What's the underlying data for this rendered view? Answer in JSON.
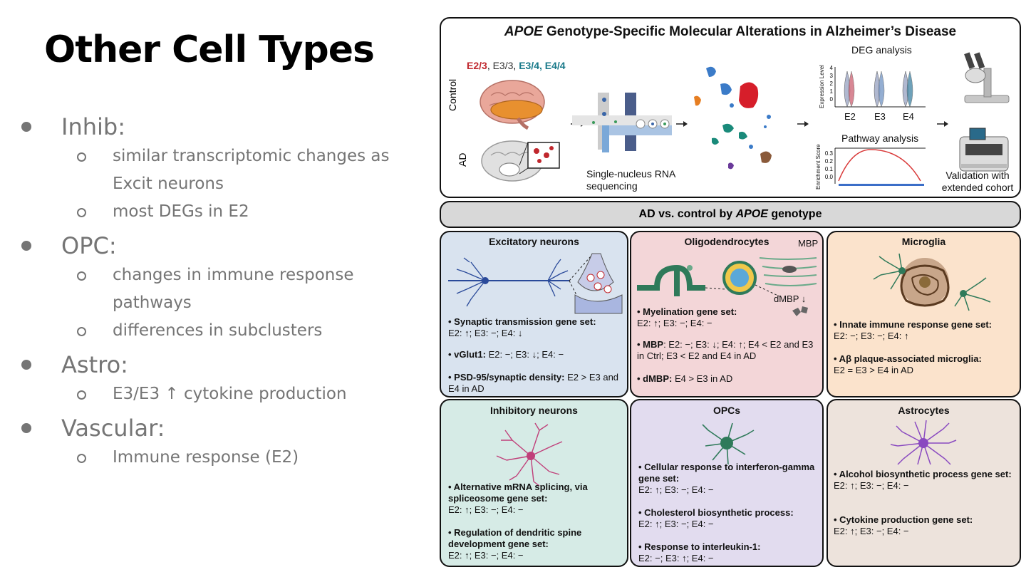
{
  "slide": {
    "title": "Other Cell Types",
    "bullets": [
      {
        "label": "Inhib:",
        "subs": [
          "similar transcriptomic changes as Excit neurons",
          "most DEGs in E2"
        ]
      },
      {
        "label": "OPC:",
        "subs": [
          "changes in immune response pathways",
          "differences in subclusters"
        ]
      },
      {
        "label": "Astro:",
        "subs": [
          "E3/E3 ↑ cytokine production"
        ]
      },
      {
        "label": "Vascular:",
        "subs": [
          "Immune response (E2)"
        ]
      }
    ]
  },
  "figure": {
    "title_italic": "APOE",
    "title_rest": " Genotype-Specific Molecular Alterations in Alzheimer’s Disease",
    "genotypes": {
      "e23": "E2/3",
      "sep1": ", ",
      "e33": "E3/3",
      "sep2": ", ",
      "e34": "E3/4, E4/4"
    },
    "colors": {
      "e23": "#c0272d",
      "e33": "#333333",
      "e34": "#1a7a8a",
      "oligo_bg": "#f3d6d8",
      "excit_bg": "#d9e3ef",
      "micro_bg": "#fbe3cc",
      "inhib_bg": "#d6ebe6",
      "opc_bg": "#e2dcef",
      "astro_bg": "#ede3dc"
    },
    "control_label": "Control",
    "ad_label": "AD",
    "sequencing_label_1": "Single-nucleus RNA",
    "sequencing_label_2": "sequencing",
    "deg_title": "DEG analysis",
    "deg_ylabel": "Expression Level",
    "deg_yticks": [
      "4",
      "3",
      "2",
      "1",
      "0"
    ],
    "deg_xticks": [
      "E2",
      "E3",
      "E4"
    ],
    "pathway_title": "Pathway analysis",
    "pathway_ylabel": "Enrichment Score",
    "pathway_yticks": [
      "0.3",
      "0.2",
      "0.1",
      "0.0"
    ],
    "validation_1": "Validation with",
    "validation_2": "extended cohort",
    "banner_pre": "AD vs. control by ",
    "banner_italic": "APOE",
    "banner_post": " genotype",
    "panels": {
      "excit": {
        "title": "Excitatory neurons",
        "items": [
          {
            "bold": "• Synaptic transmission gene set:",
            "text": "E2: ↑; E3: −; E4: ↓"
          },
          {
            "bold": "• vGlut1:",
            "text": " E2: −; E3: ↓; E4: −"
          },
          {
            "bold": "• PSD-95/synaptic density:",
            "text": " E2 > E3 and E4 in AD"
          }
        ]
      },
      "oligo": {
        "title": "Oligodendrocytes",
        "mbp": "MBP",
        "dmbp": "dMBP ↓",
        "items": [
          {
            "bold": "• Myelination gene set:",
            "text": "E2: ↑; E3: −; E4: −"
          },
          {
            "bold": "• MBP",
            "text": ": E2: −; E3: ↓; E4: ↑; E4 < E2 and E3 in Ctrl; E3 < E2 and E4 in AD"
          },
          {
            "bold": "• dMBP:",
            "text": " E4 > E3 in AD"
          }
        ]
      },
      "micro": {
        "title": "Microglia",
        "items": [
          {
            "bold": "• Innate immune response gene set:",
            "text": "E2: −; E3: −; E4: ↑"
          },
          {
            "bold": "• Aβ plaque-associated microglia:",
            "text": "E2 = E3 > E4 in AD"
          }
        ]
      },
      "inhib": {
        "title": "Inhibitory neurons",
        "items": [
          {
            "bold": "• Alternative mRNA splicing, via spliceosome gene set:",
            "text": "E2: ↑; E3: −; E4: −"
          },
          {
            "bold": "• Regulation of dendritic spine development gene set:",
            "text": "E2: ↑; E3: −; E4: −"
          }
        ]
      },
      "opc": {
        "title": "OPCs",
        "items": [
          {
            "bold": "• Cellular response to interferon-gamma gene set:",
            "text": "E2: ↑; E3: −; E4: −"
          },
          {
            "bold": "• Cholesterol biosynthetic process:",
            "text": "E2: ↑; E3: −; E4: −"
          },
          {
            "bold": "• Response to interleukin-1:",
            "text": "E2: −; E3: ↑; E4: −"
          }
        ]
      },
      "astro": {
        "title": "Astrocytes",
        "items": [
          {
            "bold": "• Alcohol biosynthetic process gene set:",
            "text": "E2: ↑; E3: −; E4: −"
          },
          {
            "bold": "• Cytokine production gene set:",
            "text": "E2: ↑; E3: −; E4: −"
          }
        ]
      }
    }
  }
}
